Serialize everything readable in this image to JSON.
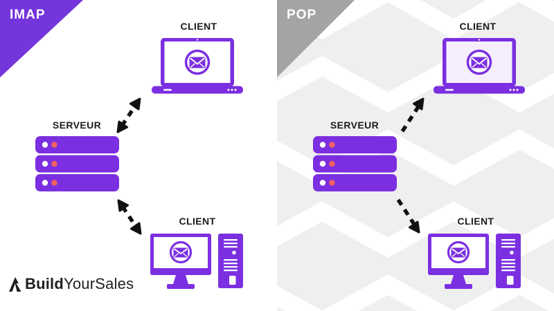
{
  "panels": [
    {
      "protocol": "IMAP",
      "server": {
        "label": "SERVEUR"
      },
      "client_top": {
        "label": "CLIENT",
        "device": "laptop"
      },
      "client_bottom": {
        "label": "CLIENT",
        "device": "desktop"
      },
      "arrows": "bidirectional"
    },
    {
      "protocol": "POP",
      "server": {
        "label": "SERVEUR"
      },
      "client_top": {
        "label": "CLIENT",
        "device": "laptop"
      },
      "client_bottom": {
        "label": "CLIENT",
        "device": "desktop"
      },
      "arrows": "server-to-client"
    }
  ],
  "logo": {
    "bold_text": "Build",
    "regular_text": "YourSales"
  },
  "colors": {
    "purple": "#7B2FE0",
    "imap_badge": "#7435DB",
    "pop_badge": "#A4A4A4",
    "pattern_gray": "#EFEFEF",
    "pattern_white": "#FFFFFF",
    "arrow_black": "#111111",
    "led_red": "#F26161",
    "text_dark": "#1B1B1B"
  },
  "icons": {
    "server": "server-rack-icon",
    "laptop": "laptop-icon",
    "desktop": "desktop-computer-icon",
    "mail": "envelope-icon",
    "double_arrow": "double-headed-dashed-arrow-icon",
    "single_arrow": "dashed-arrow-icon",
    "logo_mark": "mountain-logo-icon"
  }
}
